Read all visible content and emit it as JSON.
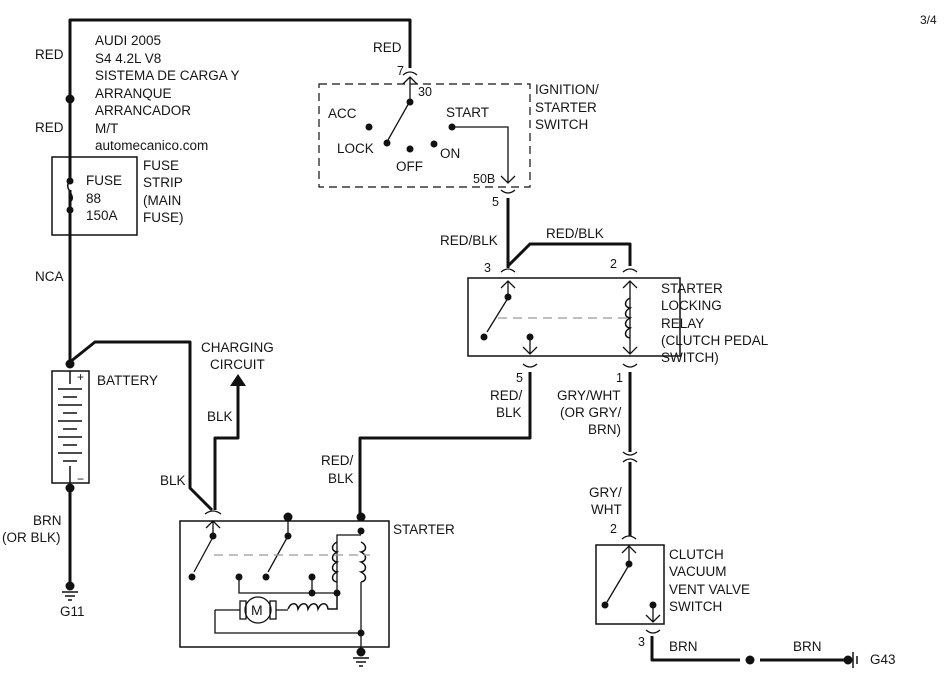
{
  "page_number": "3/4",
  "title_block": [
    "AUDI 2005",
    "S4 4.2L V8",
    "SISTEMA DE CARGA Y",
    "ARRANQUE",
    "ARRANCADOR",
    "M/T",
    "automecanico.com"
  ],
  "wires": {
    "red_top": "RED",
    "red_lower": "RED",
    "red_to_switch": "RED",
    "nca": "NCA",
    "red_blk_5": "RED/BLK",
    "red_blk_bridge": "RED/BLK",
    "relay_out": [
      "RED/",
      "BLK"
    ],
    "starter_in": [
      "RED/",
      "BLK"
    ],
    "gry_wht_relay": [
      "GRY/WHT",
      "(OR GRY/",
      "BRN)"
    ],
    "gry_wht_clutch": [
      "GRY/",
      "WHT"
    ],
    "blk_charging": "BLK",
    "blk_starter": "BLK",
    "brn_battery": [
      "BRN",
      "(OR BLK)"
    ],
    "brn_left": "BRN",
    "brn_right": "BRN"
  },
  "components": {
    "fuse": {
      "lines": [
        "FUSE",
        "88",
        "150A"
      ],
      "label": [
        "FUSE",
        "STRIP",
        "(MAIN",
        "FUSE)"
      ]
    },
    "ignition": {
      "label": [
        "IGNITION/",
        "STARTER",
        "SWITCH"
      ],
      "positions": {
        "acc": "ACC",
        "lock": "LOCK",
        "off": "OFF",
        "on": "ON",
        "start": "START"
      },
      "pins": {
        "in_connector": "7",
        "in_terminal": "30",
        "out_terminal": "50B",
        "out_connector": "5"
      }
    },
    "relay": {
      "label": [
        "STARTER",
        "LOCKING",
        "RELAY",
        "(CLUTCH PEDAL",
        "SWITCH)"
      ],
      "pins": [
        "3",
        "2",
        "5",
        "1"
      ]
    },
    "battery": {
      "label": "BATTERY",
      "plus": "+",
      "minus": "−"
    },
    "charging": {
      "label": [
        "CHARGING",
        "CIRCUIT"
      ]
    },
    "starter": {
      "label": "STARTER",
      "motor": "M"
    },
    "clutch_switch": {
      "label": [
        "CLUTCH",
        "VACUUM",
        "VENT VALVE",
        "SWITCH"
      ],
      "pins": [
        "2",
        "3"
      ]
    },
    "grounds": {
      "left": "G11",
      "right": "G43"
    }
  }
}
